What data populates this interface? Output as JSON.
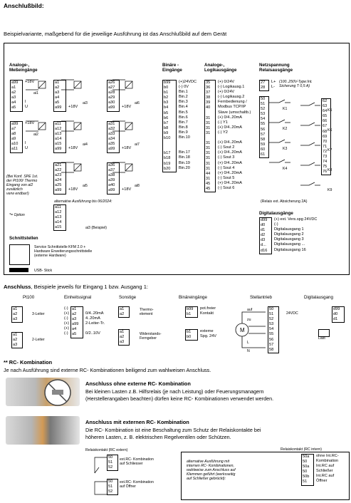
{
  "title": "Anschlußbild:",
  "subtitle": "Beispielvariante, maßgebend für die jeweilige Ausführung ist das Anschlußbild auf dem Gerät",
  "analog_in": {
    "heading": [
      "Analoge-,",
      "Meßeingänge"
    ],
    "terminals_1": [
      "a99",
      "a1",
      "a2",
      "a3",
      "a4",
      "a5"
    ],
    "labels_1": [
      "+18V",
      "",
      "",
      "",
      "I",
      "U"
    ],
    "terminals_2": [
      "a99",
      "a7",
      "a8",
      "a9",
      "a10",
      "a11"
    ],
    "labels_2": [
      "+18V",
      "",
      "",
      "",
      "I",
      "U"
    ],
    "footnote": [
      "(Bei Konf. SPE 1st.",
      "der Pt100/ Thermo",
      "Eingang von al2",
      "zusätzlich",
      "verw endbar!)"
    ],
    "option": "*= Option",
    "ai_labels": [
      "ai1",
      "ai2",
      "ai3",
      "ai4",
      "ai5",
      "ai6",
      "ai7",
      "ai8"
    ],
    "alt_note": "alternative Ausführung bis 06/2024:",
    "ai3_example": "ai3 (Beispiel)"
  },
  "analog_col2": {
    "t1": [
      "a1",
      "a2",
      "a3",
      "a4",
      "a5",
      "a99"
    ],
    "t2": [
      "a11",
      "a12",
      "a13",
      "a14",
      "a15",
      "a99"
    ],
    "t3": [
      "a21",
      "a22",
      "a23",
      "a24",
      "a25",
      "a99"
    ],
    "t4": [
      "a11",
      "a12",
      "a13",
      "a14",
      "a15"
    ],
    "v18": "+18V"
  },
  "analog_col3": {
    "t1": [
      "a26",
      "a27",
      "a28",
      "a29",
      "a30",
      "a99"
    ],
    "t2": [
      "a31",
      "a32",
      "a33",
      "a34",
      "a35",
      "a99"
    ],
    "t3": [
      "a36",
      "a37",
      "a38",
      "a39",
      "a40",
      "a99"
    ],
    "v18": "+18V"
  },
  "binary_in": {
    "heading": [
      "Binäre -",
      "Eingänge"
    ],
    "rows": [
      [
        "b99",
        "(+)24VDC"
      ],
      [
        "b0",
        "(-) 0V"
      ],
      [
        "b1",
        "Bin.1"
      ],
      [
        "b2",
        "Bin.2"
      ],
      [
        "b3",
        "Bin.3"
      ],
      [
        "b4",
        "Bin.4"
      ],
      [
        "b5",
        "Bin.5"
      ],
      [
        "b6",
        "Bin.6"
      ],
      [
        "b7",
        "Bin.7"
      ],
      [
        "b8",
        "Bin.8"
      ],
      [
        "b9",
        "Bin.9"
      ],
      [
        "b10",
        "Bin.10"
      ],
      [
        "",
        ""
      ],
      [
        "",
        ""
      ],
      [
        "b17",
        "Bin.17"
      ],
      [
        "b18",
        "Bin.18"
      ],
      [
        "b19",
        "Bin.19"
      ],
      [
        "b20",
        "Bin.20"
      ]
    ]
  },
  "analog_out": {
    "heading": [
      "Analoge-,",
      "Logikausgänge"
    ],
    "rows": [
      [
        "35",
        "(+) 0/24V"
      ],
      [
        "36",
        "(-) Logikausg.1"
      ],
      [
        "37",
        "(+) 0/24V"
      ],
      [
        "38",
        "(-) Logikausg.2"
      ],
      [
        "39",
        "Fernbedienung /"
      ],
      [
        "40",
        "Modbus TCP/IP"
      ],
      [
        "",
        "Slave (umschaltb.)"
      ],
      [
        "31",
        "(+) 0/4..20mA"
      ],
      [
        "31",
        "(-) Y1"
      ],
      [
        "31",
        "(+) 0/4..20mA"
      ],
      [
        "31",
        "(-) Y2"
      ],
      [
        "",
        ""
      ],
      [
        "31",
        "(+) 0/4..20mA"
      ],
      [
        "31",
        "(-) Sout 2"
      ],
      [
        "31",
        "(+) 0/4..20mA"
      ],
      [
        "31",
        "(-) Sout 3"
      ],
      [
        "31",
        "(+) 0/4..20mA"
      ],
      [
        "31",
        "(-) Sout 4"
      ],
      [
        "44",
        "(+) 0/4..20mA"
      ],
      [
        "31",
        "(-) Sout 5"
      ],
      [
        "45",
        "(+) 0/4..20mA"
      ],
      [
        "45",
        "(-) Sout 6"
      ]
    ]
  },
  "mains": {
    "heading": [
      "Netzspannung",
      "Relaisausgänge"
    ],
    "lines": [
      [
        "27",
        "L+"
      ],
      [
        "28",
        "L-"
      ]
    ],
    "voltage_note": [
      "(100..250V-Type:Int.",
      "Sicherung T 0,5 A)"
    ],
    "k_left": [
      "K1",
      "K2",
      "K3",
      "K4"
    ],
    "k_right": [
      "K5",
      "K6",
      "K7",
      "K8",
      "K9"
    ],
    "relay_note": "(Relais ext. Absicherung 2A)",
    "left_terms": [
      "50",
      "51",
      "52",
      "53",
      "54",
      "55",
      "56",
      "57",
      "58",
      "59",
      "60",
      "61"
    ],
    "right_terms": [
      "62",
      "63",
      "64",
      "65",
      "66",
      "67",
      "68",
      "69",
      "70",
      "71",
      "72",
      "73",
      "74",
      "75",
      "76"
    ]
  },
  "digital_out": {
    "heading": "Digitalausgänge",
    "rows": [
      [
        "d99",
        "(+) ext. Vers.spg 24VDC"
      ],
      [
        "d0",
        "(-)"
      ],
      [
        "d1",
        "Digitalausgang 1"
      ],
      [
        "d2",
        "Digitalausgang 2"
      ],
      [
        "d3",
        "Digitalausgang 3"
      ],
      [
        "d...",
        "Digitalausgang ..."
      ],
      [
        "d16",
        "Digitalausgang 16"
      ]
    ]
  },
  "interfaces": {
    "heading": "Schnittstellen",
    "service": [
      "Service Schnittstelle KFM 2.0 +",
      "Hardware Erweiterungsschnittstelle",
      "(externe Hardware)"
    ],
    "usb": "USB- Stick"
  },
  "connection": {
    "title": "Anschluss",
    "title_rest": ", Beispiele jeweils für Eingang 1 bzw. Ausgang 1:",
    "headers": [
      "Pt100",
      "Einheitssignal",
      "Sonstige",
      "Binäreingänge",
      "Stellantrieb",
      "Digitalausgang"
    ],
    "pt100": [
      "3-Leiter",
      "2-Leiter"
    ],
    "pt100_terms": [
      "a1",
      "a2",
      "a3"
    ],
    "unit_rows": [
      [
        "(-)",
        "a1",
        ""
      ],
      [
        "(+)",
        "a2",
        "0/4..20mA"
      ],
      [
        "(-)",
        "a3",
        "4..20mA"
      ],
      [
        "(+)",
        "a99",
        "2-Leiter-Tr."
      ],
      [
        "(+)",
        "a4",
        ""
      ],
      [
        "(-)",
        "a5",
        "0/2..10V"
      ]
    ],
    "sonstige": [
      "Thermo-",
      "element",
      "Widerstands-",
      "Ferngeber"
    ],
    "sonst_terms": [
      "a1",
      "a2",
      "a1",
      "a2",
      "a3"
    ],
    "binary": [
      [
        "b99",
        "pot.freier"
      ],
      [
        "b1",
        "Kontakt"
      ],
      [
        "b1",
        "externe"
      ],
      [
        "b0",
        "Spg. 24V"
      ]
    ],
    "drive": [
      "auf",
      "zu",
      "M",
      "L",
      "N"
    ],
    "drive_terms": [
      "50",
      "51",
      "52",
      "53",
      "54",
      "55",
      "56",
      "57",
      "58"
    ],
    "dig": [
      "24VDC",
      "d99",
      "d0",
      "d1",
      "Last"
    ]
  },
  "rc": {
    "title": "** RC- Kombination",
    "subtitle": "Je nach Ausführung sind externe RC- Kombinationen beiligend zum wahlweisen Anschluss.",
    "without_head": "Anschluss ohne externe RC- Kombination",
    "without_text1": "Bei kleinen Lasten z.B. Hilfsrelais (je nach Leistung) oder Feuerungsmanagern",
    "without_text2": "(Herstellerangaben beachten) dürfen keine RC- Kombinationen verwendet werden.",
    "with_head": "Anschluss mit externen RC- Kombination",
    "with_text1": "Die RC- Kombination ist eine Beschaltung zum Schutz der Relaiskontakte bei",
    "with_text2": "höheren Lasten, z. B. elektrischen Regelventilen oder Schützen.",
    "ext_title": "Relaiskontakt (RC extern)",
    "ext_closer": [
      "ext.RC- Kombination",
      "auf Schliesser"
    ],
    "ext_opener": [
      "ext.RC- Kombination",
      "auf Öffner"
    ],
    "ext_terms": [
      "50",
      "51",
      "52"
    ],
    "int_title": "Relaiskontakt (RC intern)",
    "int_note": [
      "alternative Ausführung mit",
      "internen RC- Kombinationen,",
      "wahlweise zum Anschluss auf",
      "Klemmen geführt (werksseitig",
      "auf Schließer gebrückt):"
    ],
    "int_rows": [
      [
        "50a",
        "ohne Int.RC-"
      ],
      [
        "50",
        "Kombination"
      ],
      [
        "50a",
        "Int.RC auf"
      ],
      [
        "50",
        "Schließer"
      ],
      [
        "50b",
        "Int.RC auf"
      ],
      [
        "51",
        "Öffner"
      ]
    ]
  },
  "colors": {
    "line": "#000000",
    "bg": "#ffffff"
  }
}
